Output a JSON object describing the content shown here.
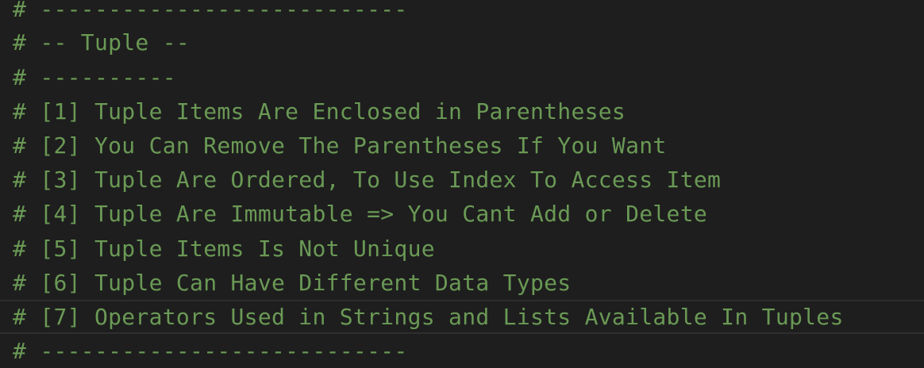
{
  "editor": {
    "lines": [
      "# ---------------------------",
      "# -- Tuple --",
      "# ----------",
      "# [1] Tuple Items Are Enclosed in Parentheses",
      "# [2] You Can Remove The Parentheses If You Want",
      "# [3] Tuple Are Ordered, To Use Index To Access Item",
      "# [4] Tuple Are Immutable => You Cant Add or Delete",
      "# [5] Tuple Items Is Not Unique",
      "# [6] Tuple Can Have Different Data Types",
      "# [7] Operators Used in Strings and Lists Available In Tuples",
      "# ---------------------------"
    ],
    "active_line": 10
  },
  "colors": {
    "background": "#1e1e1e",
    "comment": "#6a9955",
    "active_line_border": "#2e2e2e"
  }
}
